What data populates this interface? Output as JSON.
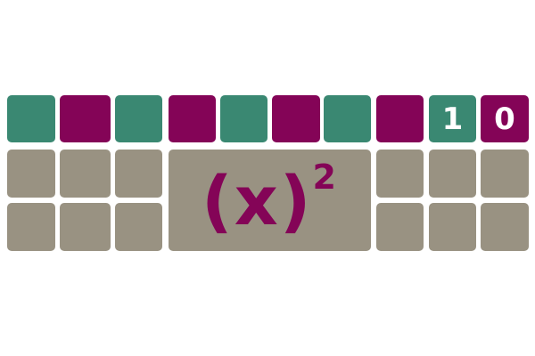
{
  "colors": {
    "green": "#3a8872",
    "purple": "#840457",
    "gray": "#999282"
  },
  "top_row": [
    {
      "color": "green",
      "label": ""
    },
    {
      "color": "purple",
      "label": ""
    },
    {
      "color": "green",
      "label": ""
    },
    {
      "color": "purple",
      "label": ""
    },
    {
      "color": "green",
      "label": ""
    },
    {
      "color": "purple",
      "label": ""
    },
    {
      "color": "green",
      "label": ""
    },
    {
      "color": "purple",
      "label": ""
    },
    {
      "color": "green",
      "label": "1"
    },
    {
      "color": "purple",
      "label": "0"
    }
  ],
  "center_tile": {
    "base": "(x)",
    "exponent": "2"
  }
}
